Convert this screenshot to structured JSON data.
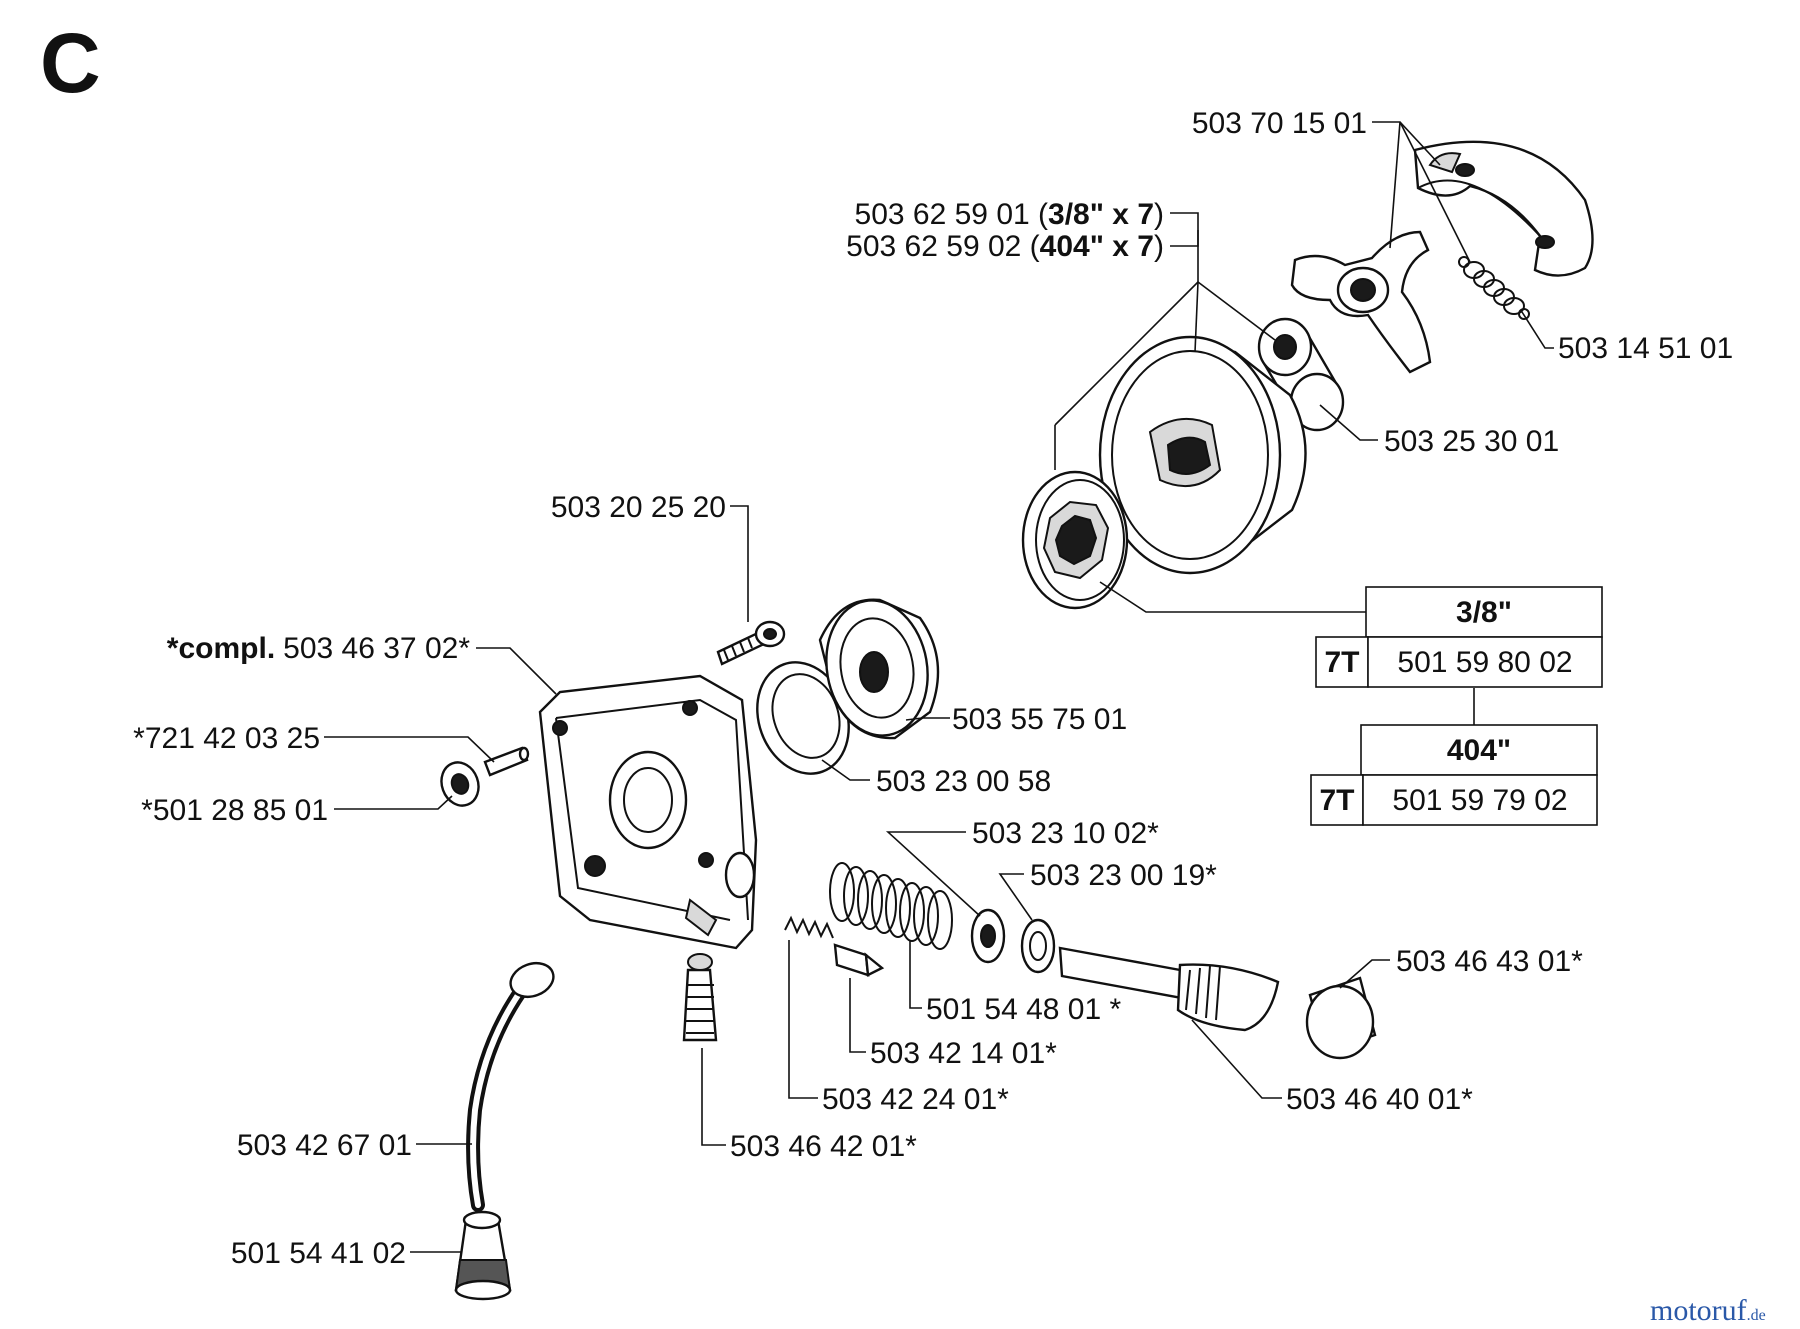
{
  "section_letter": "C",
  "labels": {
    "p01": "503 70 15 01",
    "p02a_num": "503 62 59 01 (",
    "p02a_spec": "3/8\" x 7",
    "p02a_close": ")",
    "p02b_num": "503 62 59 02 (",
    "p02b_spec": "404\" x 7",
    "p02b_close": ")",
    "p03": "503 14 51 01",
    "p04": "503 25 30 01",
    "p05": "503 20 25 20",
    "p06_prefix": "*compl.",
    "p06_num": "503 46 37 02*",
    "p07": "*721 42 03 25",
    "p08": "*501 28 85 01",
    "p09": "503 55 75 01",
    "p10": "503 23 00 58",
    "p11": "503 23 10 02*",
    "p12": "503 23 00 19*",
    "p13": "503 46 43 01*",
    "p14": "501 54 48 01 *",
    "p15": "503 42 14 01*",
    "p16": "503 42 24 01*",
    "p17": "503 46 40 01*",
    "p18": "503 46 42 01*",
    "p19": "503 42 67 01",
    "p20": "501 54 41 02"
  },
  "rim_tables": [
    {
      "header": "3/8\"",
      "teeth": "7T",
      "part": "501 59 80 02"
    },
    {
      "header": "404\"",
      "teeth": "7T",
      "part": "501 59 79 02"
    }
  ],
  "watermark": {
    "name": "motoruf",
    "suffix": ".de"
  }
}
